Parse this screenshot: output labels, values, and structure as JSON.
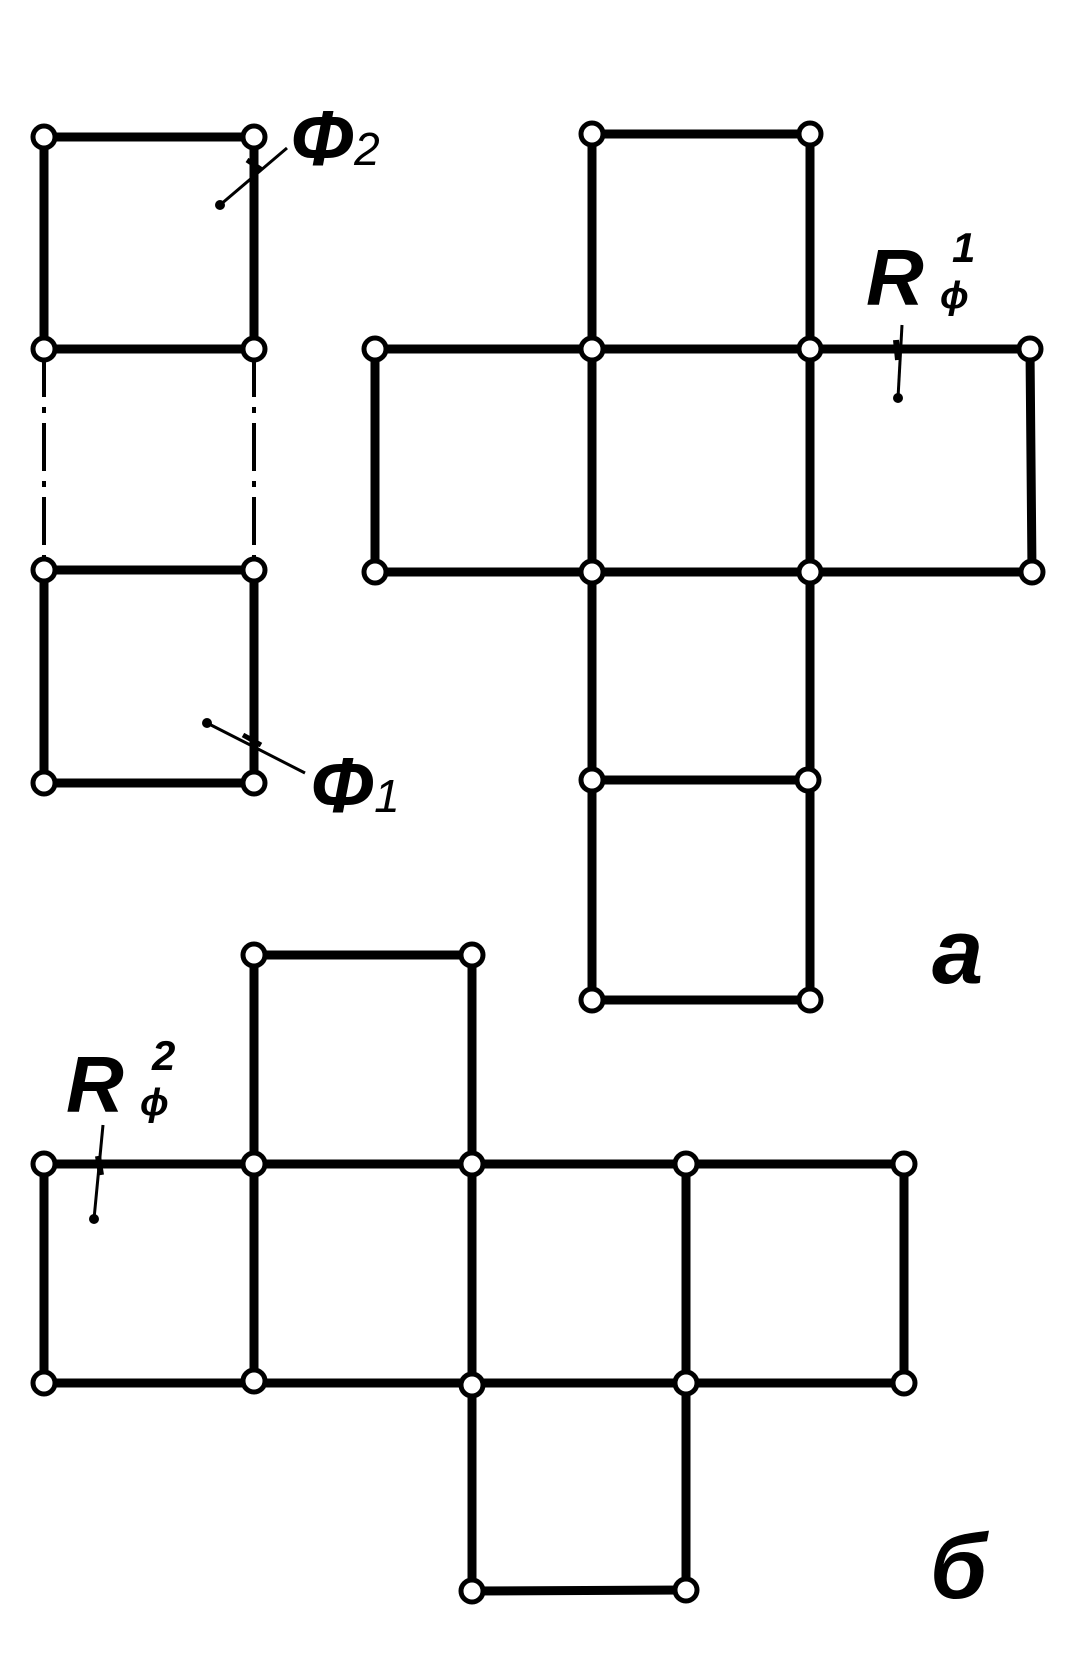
{
  "colors": {
    "ink": "#000000",
    "paper": "#ffffff"
  },
  "labels": {
    "phi_2": {
      "main": "Φ",
      "sub": "2"
    },
    "phi_1": {
      "main": "Φ",
      "sub": "1"
    },
    "r_phi_1": {
      "main": "R",
      "sub": "ϕ",
      "sup": "1"
    },
    "r_phi_2": {
      "main": "R",
      "sub": "ϕ",
      "sup": "2"
    },
    "panel_a": "a",
    "panel_b": "б"
  }
}
